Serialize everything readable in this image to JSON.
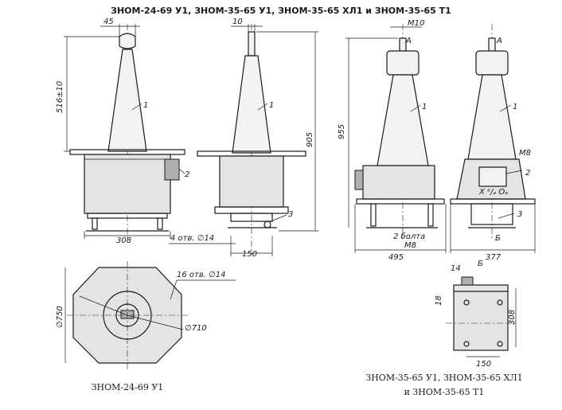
{
  "title": "ЗНОМ-24-69 У1, ЗНОМ-35-65 У1, ЗНОМ-35-65 ХЛ1 и ЗНОМ-35-65 Т1",
  "captions": {
    "left": "ЗНОМ-24-69 У1",
    "right_line1": "ЗНОМ-35-65 У1, ЗНОМ-35-65 ХЛ1",
    "right_line2": "и ЗНОМ-35-65 Т1"
  },
  "dimensions": {
    "d45": "45",
    "d516": "516±10",
    "d308": "308",
    "d10": "10",
    "d905": "905",
    "holes4": "4 отв. ∅14",
    "d150": "150",
    "m10": "М10",
    "d955": "955",
    "bolts": "2 болта",
    "m8": "М8",
    "d495": "495",
    "d377": "377",
    "m8r": "М8",
    "holes16": "16 отв. ∅14",
    "d750": "∅750",
    "d710": "∅710",
    "d14b": "14",
    "d18": "18",
    "d308b": "308",
    "d150b": "150"
  },
  "labels": {
    "a": "А",
    "b": "Б",
    "n1": "1",
    "n2": "2",
    "n3": "3",
    "terminals": "X  ᵃ/ₐ Oₐ"
  },
  "colors": {
    "ink": "#1a1a1a",
    "body_fill": "#e4e4e4",
    "paper": "#ffffff"
  }
}
